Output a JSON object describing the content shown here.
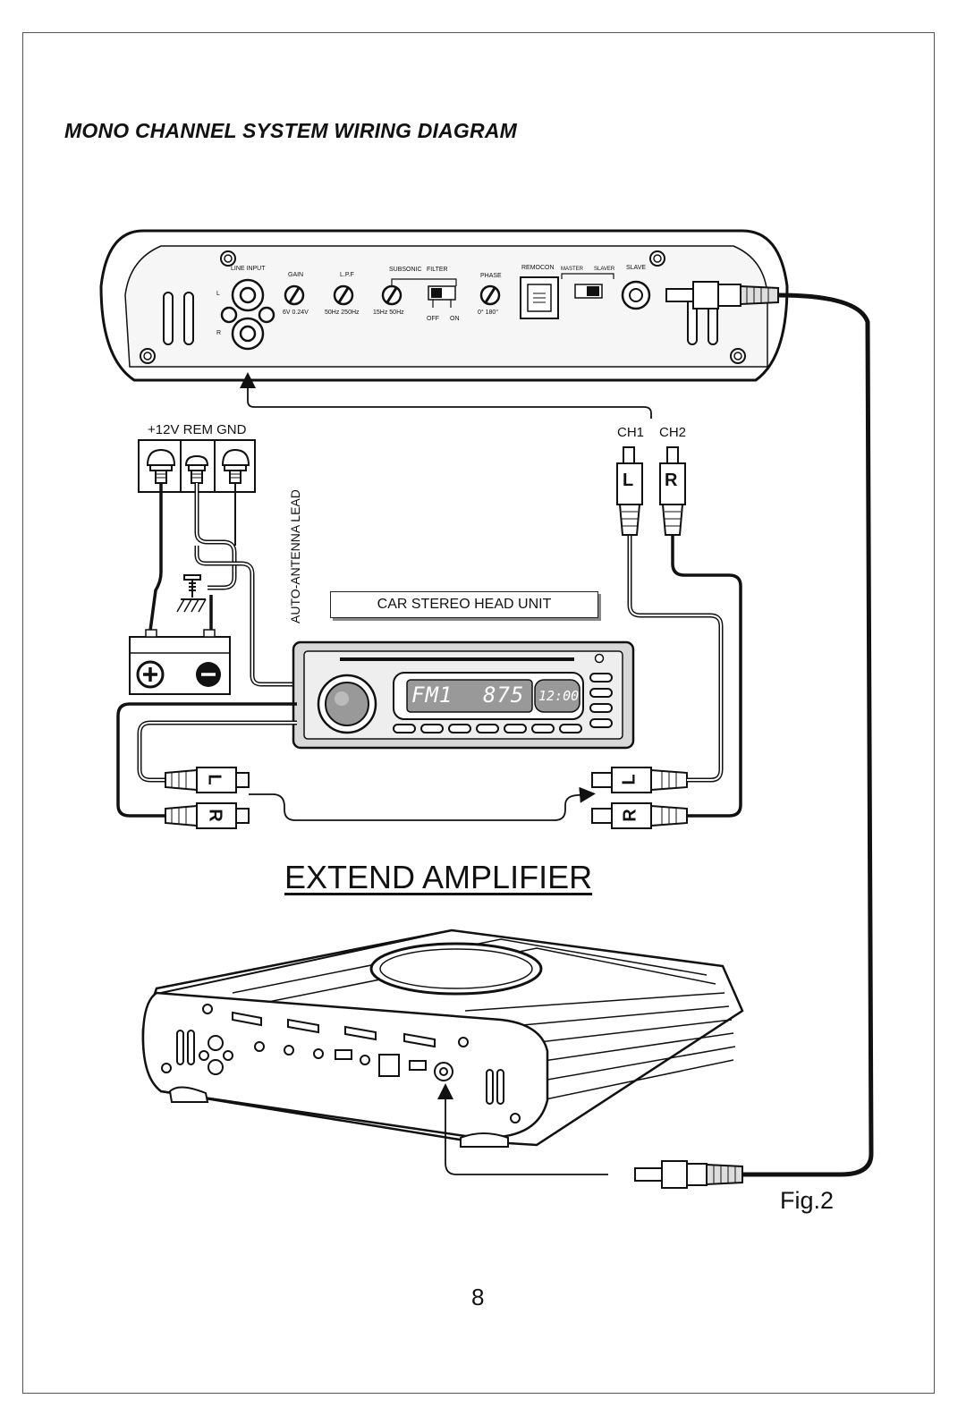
{
  "page": {
    "title": "MONO CHANNEL SYSTEM WIRING DIAGRAM",
    "subtitle": "EXTEND AMPLIFIER",
    "figure_label": "Fig.2",
    "page_number": "8"
  },
  "amplifier_panel": {
    "line_input": "LINE INPUT",
    "l": "L",
    "r": "R",
    "gain": "GAIN",
    "gain_range": "6V  0.24V",
    "lpf": "L.P.F",
    "lpf_range": "50Hz    250Hz",
    "subsonic": "SUBSONIC",
    "filter": "FILTER",
    "subsonic_range": "15Hz    50Hz",
    "off": "OFF",
    "on": "ON",
    "phase": "PHASE",
    "phase_range": "0°     180°",
    "remocon": "REMOCON",
    "master": "MASTER",
    "slaver": "SLAVER",
    "slave": "SLAVE"
  },
  "power": {
    "terminals": "+12V REM  GND",
    "antenna_lead": "AUTO-ANTENNA LEAD"
  },
  "head_unit": {
    "label": "CAR STEREO HEAD UNIT",
    "band": "FM1",
    "frequency": "875",
    "clock": "12:00"
  },
  "rca": {
    "ch1": "CH1",
    "ch2": "CH2",
    "left": "L",
    "right": "R"
  }
}
